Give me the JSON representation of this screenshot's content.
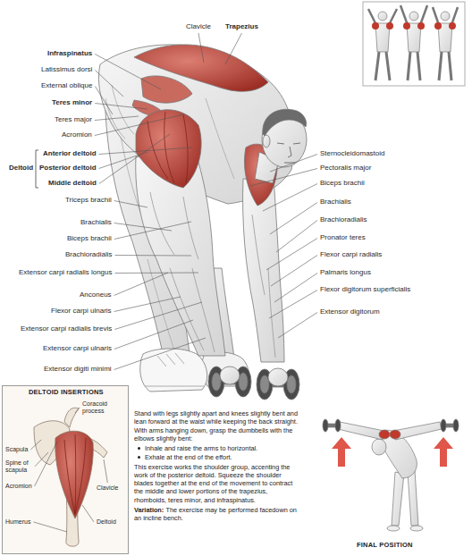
{
  "diagram": {
    "nodes": [
      {
        "text": [
          "DELTOID INSERTIONS"
        ]
      },
      {
        "text": [
          "FINAL POSITION"
        ]
      }
    ],
    "labels": [
      "Clavicle",
      "Trapezius",
      "Infraspinatus",
      "Latissimus dorsi",
      "External oblique",
      "Teres minor",
      "Teres major",
      "Acromion",
      "Anterior deltoid",
      "Deltoid",
      "Posterior deltoid",
      "Middle deltoid",
      "Triceps brachii",
      "Brachialis",
      "Biceps brachii",
      "Brachioradialis",
      "Extensor carpi radialis longus",
      "Anconeus",
      "Flexor carpi ulnaris",
      "Extensor carpi radialis brevis",
      "Extensor carpi ulnaris",
      "Extensor digiti minimi",
      "Sternocleidomastoid",
      "Pectoralis major",
      "Biceps brachii",
      "Brachialis",
      "Brachioradialis",
      "Pronator teres",
      "Flexor carpi radialis",
      "Palmaris longus",
      "Flexor digitorum superficialis",
      "Extensor digitorum",
      "Coracoid process",
      "Scapula",
      "Spine of scapula",
      "Acromion",
      "Clavicle",
      "Humerus",
      "Deltoid",
      "Stand with legs slightly apart and knees slightly bent and lean forward at the waist while keeping the back straight. With arms hanging down, grasp the dumbbells with the elbows slightly bent:",
      "Inhale and raise the arms to horizontal.",
      "Exhale at the end of the effort.",
      "This exercise works the shoulder group, accenting the work of the posterior deltoid. Squeeze the shoulder blades together at the end of the movement to contract the middle and lower portions of the trapezius, rhomboids, teres minor, and infraspinatus.",
      "Variation:",
      "The exercise may be performed facedown on an incline bench."
    ]
  }
}
